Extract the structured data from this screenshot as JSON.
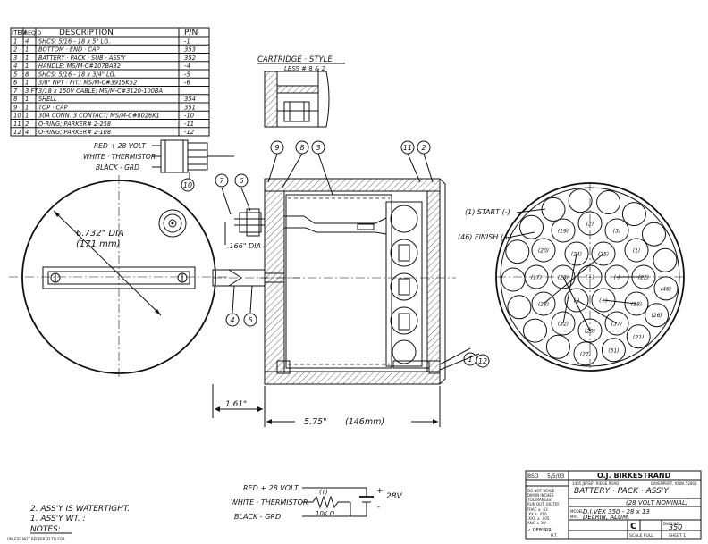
{
  "bom": {
    "headers": [
      "ITEM",
      "REQ'D",
      "DESCRIPTION",
      "P/N"
    ],
    "rows": [
      {
        "item": "1",
        "req": "4",
        "desc": "SHCS; 5/16 - 18 x 5\" LG.",
        "pn": "-1"
      },
      {
        "item": "2",
        "req": "1",
        "desc": "BOTTOM · END · CAP",
        "pn": "353"
      },
      {
        "item": "3",
        "req": "1",
        "desc": "BATTERY · PACK · SUB · ASS'Y",
        "pn": "352"
      },
      {
        "item": "4",
        "req": "1",
        "desc": "HANDLE; MS/M-C#107BA32",
        "pn": "-4"
      },
      {
        "item": "5",
        "req": "8",
        "desc": "SHCS; 5/16 - 18 x 3/4\" LG.",
        "pn": "-5"
      },
      {
        "item": "6",
        "req": "1",
        "desc": "3/8\" NPT · FIT.; MS/M-C#3915K52",
        "pn": "-6"
      },
      {
        "item": "7",
        "req": "3 FT.",
        "desc": "3/18 x 150V CABLE; MS/M-C#3120-100BA",
        "pn": ""
      },
      {
        "item": "8",
        "req": "1",
        "desc": "SHELL",
        "pn": "354"
      },
      {
        "item": "9",
        "req": "1",
        "desc": "TOP · CAP",
        "pn": "351"
      },
      {
        "item": "10",
        "req": "1",
        "desc": "30A CONN. 3 CONTACT; MS/M-C#8026K1",
        "pn": "-10"
      },
      {
        "item": "11",
        "req": "2",
        "desc": "O-RING; PARKER# 2-258",
        "pn": "-11"
      },
      {
        "item": "12",
        "req": "4",
        "desc": "O-RING; PARKER# 2-108",
        "pn": "-12"
      }
    ]
  },
  "cartridge": {
    "title": "CARTRIDGE · STYLE",
    "sub": "LESS # 8 & 2"
  },
  "wires": {
    "red": "RED + 28 VOLT",
    "white": "WHITE · THERMISTOR",
    "black": "BLACK - GRD"
  },
  "dims": {
    "dia": "6.732\" DIA",
    "dia_mm": "(171 mm)",
    "small_dia": ".166\" DIA",
    "offset": "1.61\"",
    "length": "5.75\"",
    "length_mm": "(146mm)"
  },
  "balloons": [
    "9",
    "8",
    "3",
    "11",
    "2",
    "7",
    "6",
    "10",
    "4",
    "5",
    "1",
    "12"
  ],
  "terminals": {
    "start": "(1) START (-)",
    "finish": "(46) FINISH (+)"
  },
  "cells": [
    "(+)",
    "(-)",
    "(+)",
    "(-)",
    "(23)",
    "(24)",
    "(25)",
    "(22)",
    "(18)",
    "(37)",
    "(29)",
    "(32)",
    "(28)",
    "(17)",
    "(20)",
    "(19)",
    "(2)",
    "(3)",
    "(1)",
    "(46)",
    "(26)",
    "(21)",
    "(31)",
    "(27)"
  ],
  "schematic": {
    "red": "RED + 28 VOLT",
    "white": "WHITE · THERMISTOR",
    "black": "BLACK - GRD",
    "therm": "(T)",
    "res": "10K Ω",
    "plus": "+",
    "minus": "-",
    "volt": "28V"
  },
  "notes": {
    "n2": "2. ASS'Y IS WATERTIGHT.",
    "n1": "1. ASS'Y WT. :",
    "title": "NOTES:",
    "stamp": "UNLESS NOT REFERRED TO FOR"
  },
  "titleblock": {
    "company": "O.J. BIRKESTRAND",
    "address": "1405 JERSEY RIDGE ROAD",
    "city": "DAVENPORT, IOWA 52803",
    "date": "5/5/03",
    "initials": "BSD",
    "title1": "BATTERY · PACK · ASS'Y",
    "title2": "(28 VOLT NOMINAL)",
    "model_label": "MODEL",
    "model": "D.I.VEX 350 - 28 x 13",
    "mat_label": "MAT.",
    "material": "DELRIN, ALUM.",
    "tol1": "DO NOT SCALE",
    "tol2": "DIM IN INCHES",
    "tol3": "TOLERANCES:",
    "tol4": "RUN OUT .002TIR",
    "tol5": "FRAC ± .03",
    "tol6": ".XX ± .010",
    "tol7": ".XXX ± .005",
    "tol8": "ANG ± 30'",
    "deburr": "✓ DEBURR",
    "ht": "H.T.",
    "size": "C",
    "dwg_label": "DWG NO.",
    "dwg": "350",
    "scale": "SCALE FULL",
    "sheet": "SHEET 1"
  }
}
